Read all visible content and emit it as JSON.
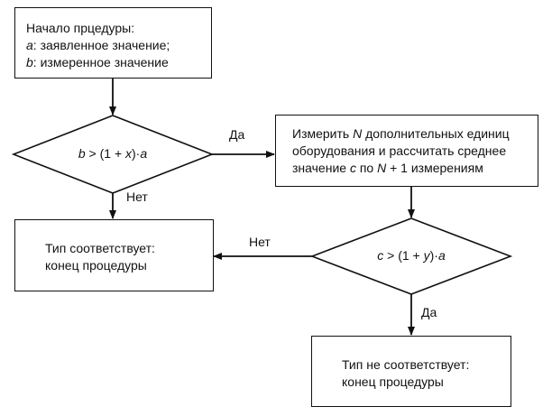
{
  "start": {
    "title": "Начало прцедуры:",
    "line1_var": "a",
    "line1_text": ": заявленное значение;",
    "line2_var": "b",
    "line2_text": ": измеренное значение"
  },
  "decision1": {
    "var_left": "b",
    "op": " > (1 + ",
    "var_mid": "x",
    "close": ")·",
    "var_right": "a"
  },
  "measure": {
    "line1_pre": "Измерить ",
    "line1_var": "N",
    "line1_post": " дополнительных единиц",
    "line2": "оборудования и рассчитать среднее",
    "line3_pre": "значение ",
    "line3_var": "c",
    "line3_mid": " по ",
    "line3_var2": "N",
    "line3_post": " + 1 измерениям"
  },
  "decision2": {
    "var_left": "c",
    "op": " > (1 + ",
    "var_mid": "y",
    "close": ")·",
    "var_right": "a"
  },
  "conforms": {
    "line1": "Тип соответствует:",
    "line2": "конец процедуры"
  },
  "not_conforms": {
    "line1": "Тип не соответствует:",
    "line2": "конец процедуры"
  },
  "labels": {
    "yes1": "Да",
    "no1": "Нет",
    "no2": "Нет",
    "yes2": "Да"
  }
}
